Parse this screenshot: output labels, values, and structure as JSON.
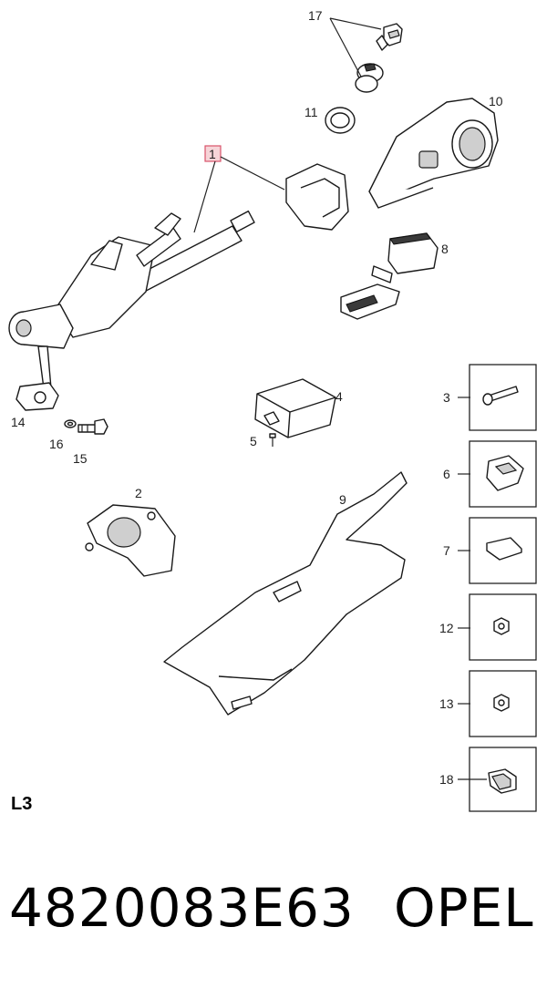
{
  "diagram": {
    "section": "L3",
    "highlighted_callout": "1",
    "highlight_color": "#d9536a",
    "callouts": {
      "c1": "1",
      "c2": "2",
      "c3": "3",
      "c4": "4",
      "c5": "5",
      "c6": "6",
      "c7": "7",
      "c8": "8",
      "c9": "9",
      "c10": "10",
      "c11": "11",
      "c12": "12",
      "c13": "13",
      "c14": "14",
      "c15": "15",
      "c16": "16",
      "c17": "17",
      "c18": "18"
    }
  },
  "footer": {
    "part_number": "4820083E63",
    "brand": "OPEL"
  }
}
